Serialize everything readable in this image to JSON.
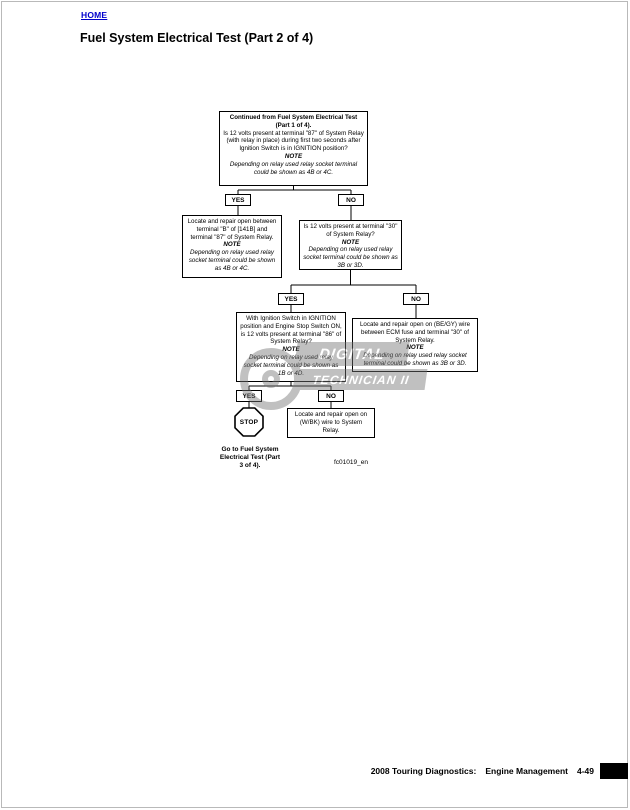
{
  "page": {
    "home_link": "HOME",
    "title": "Fuel System Electrical Test (Part 2 of 4)",
    "figure_id": "fc01019_en",
    "footer": {
      "section": "2008 Touring Diagnostics:",
      "chapter": "Engine Management",
      "page_number": "4-49"
    }
  },
  "watermark": {
    "line1": "DIGITAL",
    "line2": "TECHNICIAN II"
  },
  "flowchart": {
    "labels": {
      "yes": "YES",
      "no": "NO",
      "stop": "STOP"
    },
    "node_start": {
      "header": "Continued from Fuel System Electrical Test (Part 1 of 4).",
      "question": "Is 12 volts present at terminal \"87\" of System Relay (with relay in place) during first two seconds after Ignition Switch is in IGNITION position?",
      "note_label": "NOTE",
      "note_text": "Depending on relay used relay socket terminal could be shown as 4B or 4C."
    },
    "node_repair_b": {
      "text": "Locate and repair open between terminal \"B\" of [141B] and terminal \"87\" of System Relay.",
      "note_label": "NOTE",
      "note_text": "Depending on relay used relay socket terminal could be shown as 4B or 4C."
    },
    "node_q30": {
      "question": "Is 12 volts present at terminal \"30\" of System Relay?",
      "note_label": "NOTE",
      "note_text": "Depending on relay used relay socket terminal could be shown as 3B or 3D."
    },
    "node_q86": {
      "question": "With Ignition Switch in IGNITION position and Engine Stop Switch ON, is 12 volts present at terminal \"86\" of System Relay?",
      "note_label": "NOTE",
      "note_text": "Depending on relay used relay socket terminal could be shown as 1B or 4D."
    },
    "node_repair_begy": {
      "text": "Locate and repair open on (BE/GY) wire between ECM fuse and terminal \"30\" of System Relay.",
      "note_label": "NOTE",
      "note_text": "Depending on relay used relay socket terminal could be shown as 3B or 3D."
    },
    "node_repair_wbk": {
      "text": "Locate and repair open on (W/BK) wire to System Relay."
    },
    "goto_text": "Go to Fuel System Electrical Test (Part 3 of 4)."
  }
}
